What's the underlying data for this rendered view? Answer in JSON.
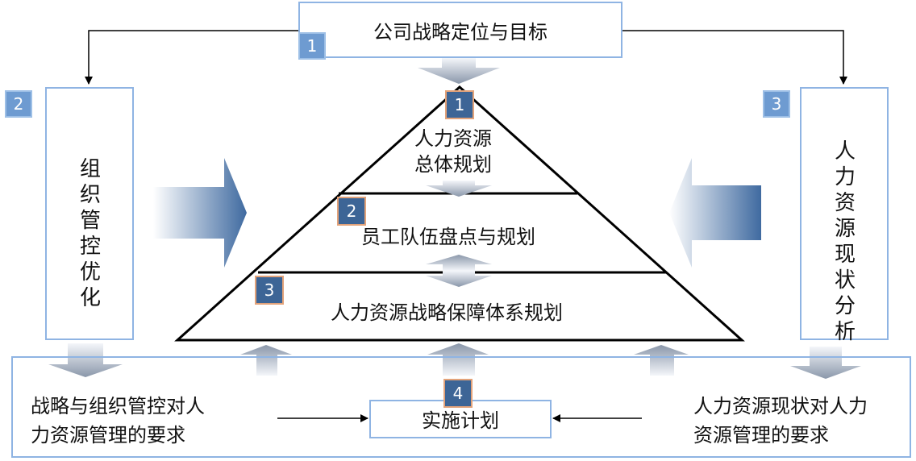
{
  "top_box": {
    "label": "公司战略定位与目标",
    "badge": "1"
  },
  "left_box": {
    "label": "组织管控优化",
    "badge": "2"
  },
  "right_box": {
    "label": "人力资源现状分析",
    "badge": "3"
  },
  "pyramid": {
    "level1": {
      "badge": "1",
      "line1": "人力资源",
      "line2": "总体规划"
    },
    "level2": {
      "badge": "2",
      "label": "员工队伍盘点与规划"
    },
    "level3": {
      "badge": "3",
      "label": "人力资源战略保障体系规划"
    }
  },
  "bottom": {
    "left_line1": "战略与组织管控对人",
    "left_line2": "力资源管理的要求",
    "center_badge": "4",
    "center_label": "实施计划",
    "right_line1": "人力资源现状对人力",
    "right_line2": "资源管理的要求"
  },
  "colors": {
    "box_border": "#8fb4e3",
    "badge_dark": "#3d6596",
    "badge_light": "#6e9bd1"
  }
}
